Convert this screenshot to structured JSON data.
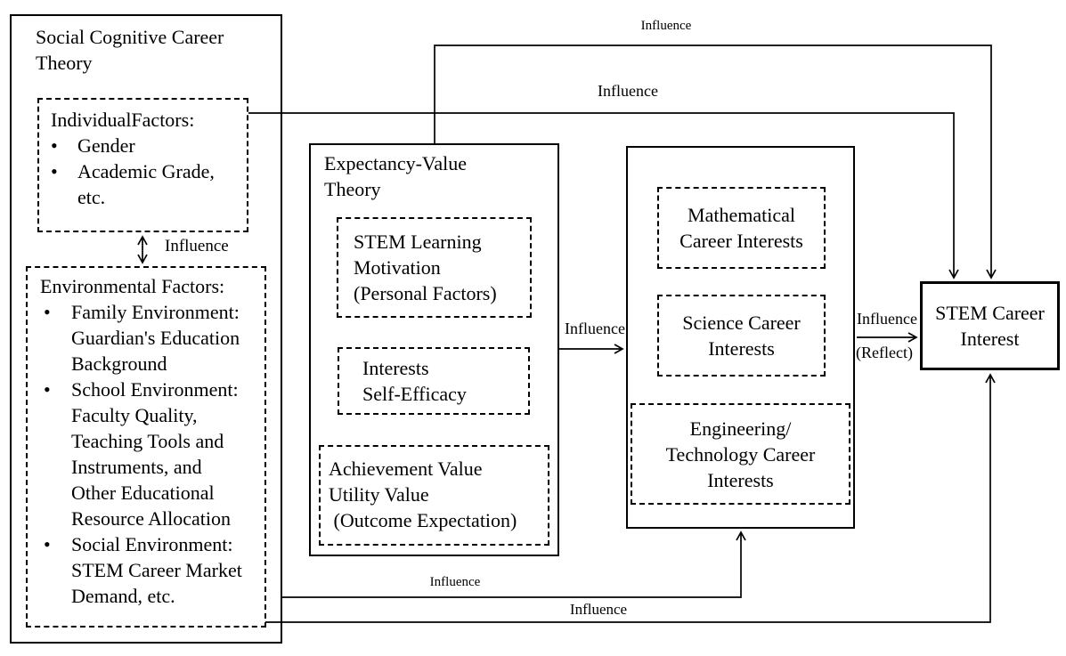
{
  "bullets": {
    "marker": "•"
  },
  "colors": {
    "line": "#000000",
    "background": "#ffffff",
    "text": "#000000"
  },
  "scct": {
    "title": "Social Cognitive Career\nTheory",
    "individual": {
      "heading": "IndividualFactors:",
      "items": [
        "Gender",
        "Academic Grade,\netc."
      ]
    },
    "environmental": {
      "heading": "Environmental Factors:",
      "items": [
        "Family Environment:\nGuardian's Education\nBackground",
        "School Environment:\nFaculty Quality,\nTeaching Tools and\nInstruments, and\nOther Educational\nResource Allocation",
        "Social Environment:\nSTEM Career Market\nDemand, etc."
      ]
    }
  },
  "evt": {
    "title": "Expectancy-Value\nTheory",
    "motivation_box": "STEM Learning\nMotivation\n(Personal Factors)",
    "interests_box": "Interests\nSelf-Efficacy",
    "value_box": "Achievement Value\nUtility Value\n (Outcome Expectation)"
  },
  "career_interests": {
    "mathematical": "Mathematical\nCareer Interests",
    "science": "Science Career\nInterests",
    "engineering": "Engineering/\nTechnology Career\nInterests"
  },
  "outcome": {
    "stem_career_interest": "STEM Career\nInterest"
  },
  "arrow_labels": {
    "evt_top_to_outcome": "Influence",
    "individual_to_outcome": "Influence",
    "individual_env": "Influence",
    "evt_to_career": "Influence",
    "career_to_outcome_l1": "Influence",
    "career_to_outcome_l2": "(Reflect)",
    "env_to_career": "Influence",
    "env_to_outcome": "Influence"
  }
}
